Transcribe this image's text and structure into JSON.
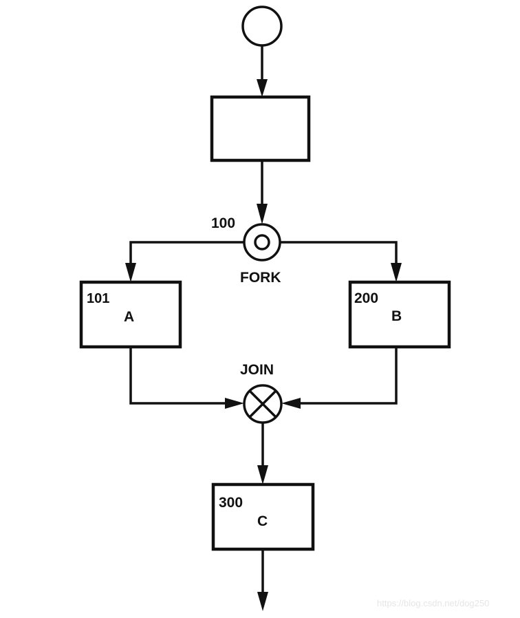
{
  "diagram": {
    "type": "fork-join flowchart",
    "nodes": [
      {
        "id": "start",
        "kind": "start-circle",
        "number": "",
        "label": ""
      },
      {
        "id": "step",
        "kind": "process-box",
        "number": "",
        "label": ""
      },
      {
        "id": "fork",
        "kind": "fork-node",
        "number": "100",
        "label": "FORK"
      },
      {
        "id": "a",
        "kind": "process-box",
        "number": "101",
        "label": "A"
      },
      {
        "id": "b",
        "kind": "process-box",
        "number": "200",
        "label": "B"
      },
      {
        "id": "join",
        "kind": "join-node",
        "number": "",
        "label": "JOIN"
      },
      {
        "id": "c",
        "kind": "process-box",
        "number": "300",
        "label": "C"
      }
    ],
    "edges": [
      {
        "from": "start",
        "to": "step"
      },
      {
        "from": "step",
        "to": "fork"
      },
      {
        "from": "fork",
        "to": "a"
      },
      {
        "from": "fork",
        "to": "b"
      },
      {
        "from": "a",
        "to": "join"
      },
      {
        "from": "b",
        "to": "join"
      },
      {
        "from": "join",
        "to": "c"
      },
      {
        "from": "c",
        "to": "exit"
      }
    ]
  },
  "labels": {
    "fork_number": "100",
    "fork_label": "FORK",
    "a_number": "101",
    "a_label": "A",
    "b_number": "200",
    "b_label": "B",
    "join_label": "JOIN",
    "c_number": "300",
    "c_label": "C"
  },
  "watermark": "https://blog.csdn.net/dog250"
}
